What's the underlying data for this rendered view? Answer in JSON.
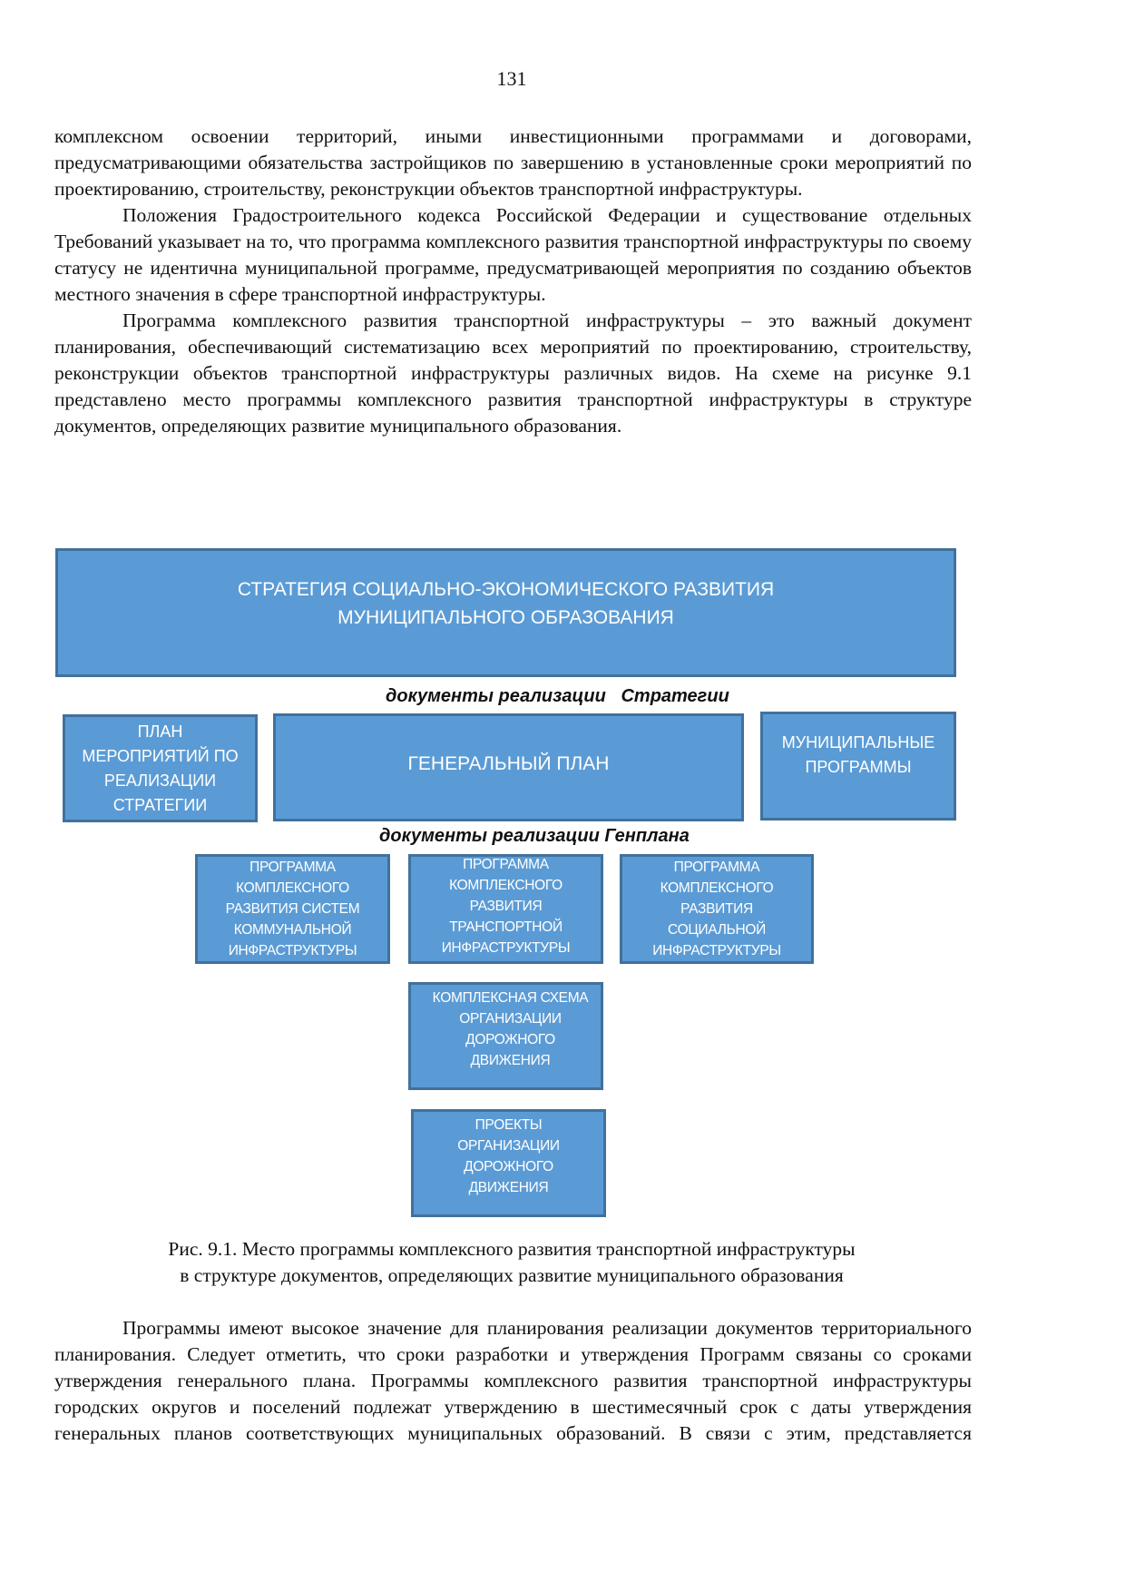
{
  "page_number": "131",
  "paragraphs_top": [
    "комплексном освоении территорий, иными инвестиционными программами и договорами, предусматривающими обязательства застройщиков по завершению в установленные сроки мероприятий по проектированию, строительству, реконструкции объектов транспортной инфраструктуры.",
    "Положения Градостроительного кодекса Российской Федерации и существование отдельных Требований указывает на то, что программа комплексного развития транспортной инфраструктуры по своему статусу не идентична муниципальной программе, предусматривающей мероприятия по созданию объектов местного значения в сфере транспортной инфраструктуры.",
    "Программа комплексного развития транспортной инфраструктуры – это важный документ планирования, обеспечивающий систематизацию всех мероприятий по проектированию, строительству, реконструкции объектов транспортной инфраструктуры различных видов. На схеме на рисунке 9.1 представлено место программы комплексного развития транспортной инфраструктуры в структуре документов, определяющих развитие муниципального образования."
  ],
  "diagram": {
    "strategy": [
      "Стратегия социально-экономического развития",
      "муниципального образования"
    ],
    "label_strategy": "документы реализации   Стратегии",
    "plan": [
      "План",
      "мероприятий по",
      "реализации",
      "стратегии"
    ],
    "general_plan": "Генеральный план",
    "municipal_programs": [
      "Муниципальные",
      "программы"
    ],
    "label_genplan": "документы реализации Генплана",
    "communal": [
      "Программа",
      "комплексного",
      "развития систем",
      "коммунальной",
      "инфраструктуры"
    ],
    "transport": [
      "Программа",
      "комплексного",
      "развития",
      "транспортной",
      "инфраструктуры"
    ],
    "social": [
      "Программа",
      "комплексного",
      "развития",
      "социальной",
      "инфраструктуры"
    ],
    "ksodd": [
      "Комплексная схема",
      "организации",
      "дорожного",
      "движения"
    ],
    "podd": [
      "Проекты",
      "организации",
      "дорожного",
      "движения"
    ],
    "fill_color": "#5b9bd5",
    "border_color": "#41719c"
  },
  "caption": [
    "Рис. 9.1. Место программы комплексного развития транспортной инфраструктуры",
    "в структуре документов, определяющих развитие муниципального образования"
  ],
  "paragraph_bottom": "Программы имеют высокое значение для планирования реализации документов территориального планирования. Следует отметить, что сроки разработки и утверждения Программ связаны со сроками утверждения генерального плана. Программы комплексного развития транспортной инфраструктуры городских округов и поселений подлежат утверждению в шестимесячный срок с даты утверждения генеральных планов соответствующих муниципальных образований. В связи с этим, представляется"
}
